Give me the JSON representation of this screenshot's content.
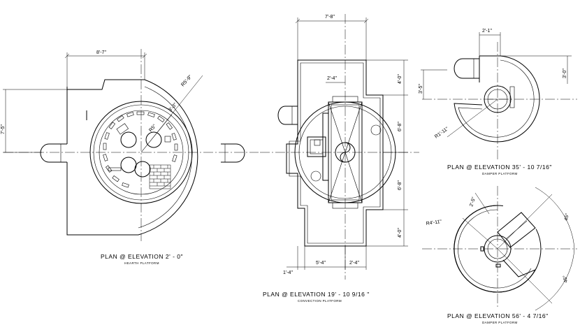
{
  "plans": [
    {
      "id": "hearth",
      "caption": "PLAN @ ELEVATION 2' - 0\"",
      "subcaption": "HEARTH PLATFORM",
      "dims": {
        "width": "8'-7\"",
        "height": "7'-5\"",
        "radius": "R5'-9\"",
        "inner_a": "3'-3\"",
        "inner_b": "R5\""
      }
    },
    {
      "id": "convection",
      "caption": "PLAN @ ELEVATION 19' - 10 9/16 \"",
      "subcaption": "CONVECTION PLATFORM",
      "dims": {
        "top_width": "7'-8\"",
        "inner": "2'-4\"",
        "right_1": "4'-0\"",
        "right_2": "6'-8\"",
        "right_3": "6'-8\"",
        "right_4": "4'-0\"",
        "bottom_left": "1'-4\"",
        "bottom_mid": "5'-4\"",
        "bottom_right": "2'-4\""
      }
    },
    {
      "id": "damper",
      "caption": "PLAN @ ELEVATION 35' - 10 7/16\"",
      "subcaption": "DAMPER PLATFORM",
      "dims": {
        "top": "2'-1\"",
        "left": "3'-5\"",
        "right": "3'-0\"",
        "radius": "R1'-11\""
      }
    },
    {
      "id": "damper_upper",
      "caption": "PLAN @ ELEVATION 56' - 4 7/16\"",
      "subcaption": "DAMPER PLATFORM",
      "dims": {
        "a": "2'-5\"",
        "radius": "R4'-11\"",
        "angle_1": "45°",
        "angle_2": "45°"
      }
    }
  ]
}
